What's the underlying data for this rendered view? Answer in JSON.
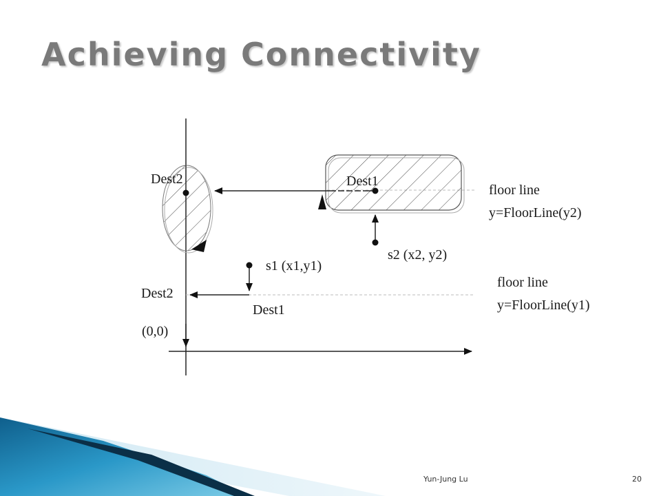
{
  "slide": {
    "title": "Achieving Connectivity",
    "footer_author": "Yun-Jung Lu",
    "page_number": "20"
  },
  "diagram": {
    "labels": {
      "dest2_top": "Dest2",
      "dest1_top": "Dest1",
      "floor_line_top_1": "floor line",
      "floor_line_top_2": "y=FloorLine(y2)",
      "s2": "s2 (x2, y2)",
      "s1": "s1 (x1,y1)",
      "floor_line_bottom_1": "floor line",
      "floor_line_bottom_2": "y=FloorLine(y1)",
      "dest2_bottom": "Dest2",
      "dest1_bottom": "Dest1",
      "origin": "(0,0)"
    }
  },
  "colors": {
    "title": "#7a7a7a",
    "corner_blue": "#1e7fb0",
    "corner_dark": "#0b2f47"
  }
}
